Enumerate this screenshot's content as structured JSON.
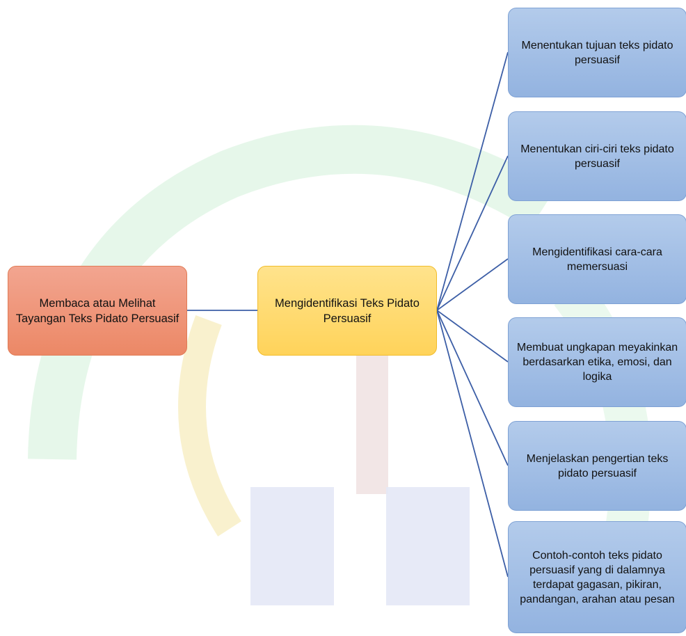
{
  "diagram": {
    "root": {
      "label": "Membaca  atau Melihat Tayangan Teks Pidato Persuasif"
    },
    "center": {
      "label": "Mengidentifikasi Teks Pidato Persuasif"
    },
    "leaves": [
      {
        "label": "Menentukan tujuan  teks pidato persuasif"
      },
      {
        "label": "Menentukan ciri-ciri teks pidato persuasif"
      },
      {
        "label": "Mengidentifikasi cara-cara memersuasi"
      },
      {
        "label": "Membuat ungkapan meyakinkan berdasarkan etika, emosi, dan logika"
      },
      {
        "label": "Menjelaskan pengertian teks pidato persuasif"
      },
      {
        "label": "Contoh-contoh teks pidato persuasif yang di dalamnya terdapat gagasan, pikiran, pandangan, arahan atau pesan"
      }
    ],
    "colors": {
      "root_fill": "#ec8866",
      "center_fill": "#ffd35a",
      "leaf_fill": "#93b3e0",
      "connector": "#3c5ea6"
    }
  }
}
